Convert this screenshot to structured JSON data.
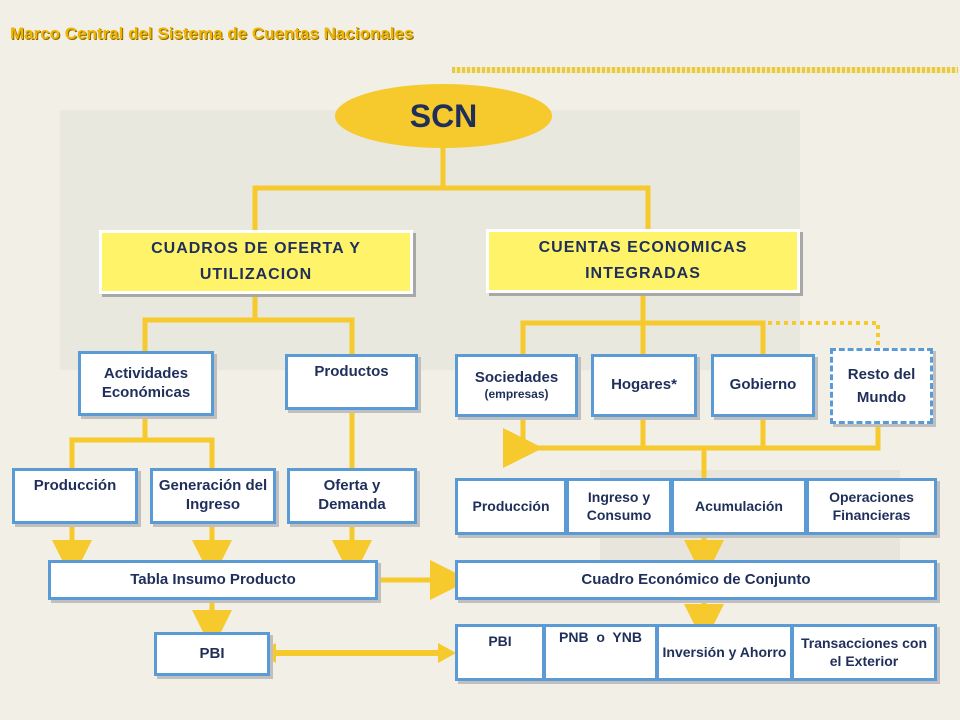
{
  "header": {
    "title": "Marco Central del Sistema de Cuentas Nacionales"
  },
  "root": {
    "label": "SCN"
  },
  "branches": {
    "left": "CUADROS DE OFERTA Y UTILIZACION",
    "right": "CUENTAS ECONOMICAS INTEGRADAS"
  },
  "left_children": {
    "actividades": "Actividades Económicas",
    "productos": "Productos",
    "produccion": "Producción",
    "generacion": "Generación del Ingreso",
    "oferta": "Oferta y Demanda",
    "tabla": "Tabla Insumo Producto",
    "pbi": "PBI"
  },
  "sectors": {
    "sociedades": "Sociedades",
    "sociedades_sub": "(empresas)",
    "hogares": "Hogares*",
    "gobierno": "Gobierno",
    "resto": "Resto del Mundo"
  },
  "accounts": [
    "Producción",
    "Ingreso y Consumo",
    "Acumulación",
    "Operaciones Financieras"
  ],
  "cuadro": "Cuadro Económico de Conjunto",
  "aggregates": [
    "PBI",
    "PNB  o  YNB",
    "Inversión y Ahorro",
    "Transacciones con el Exterior"
  ],
  "colors": {
    "accent_yellow": "#f6c92d",
    "box_border": "#5b9bd5",
    "text": "#1f2f5a"
  }
}
